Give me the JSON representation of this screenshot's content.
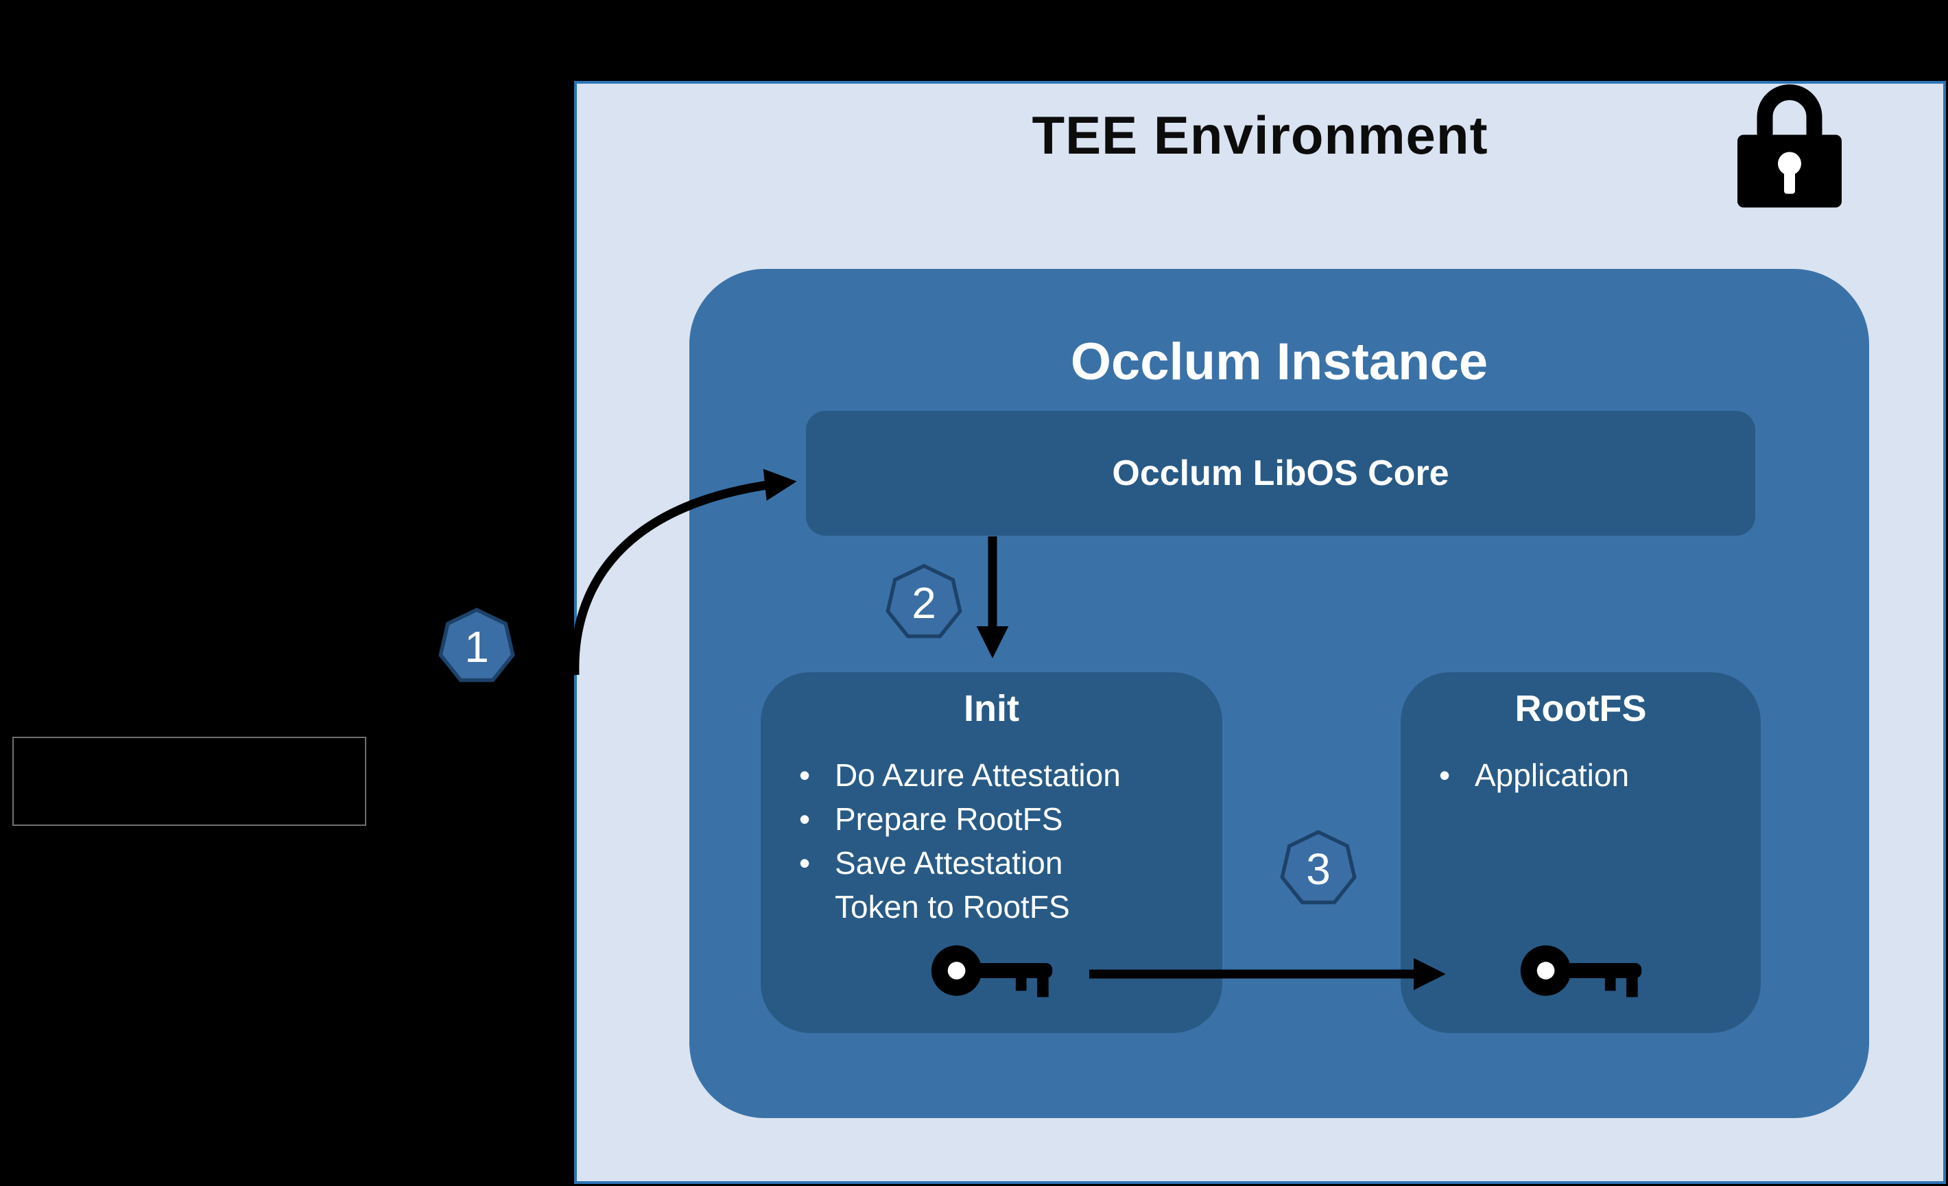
{
  "diagram": {
    "background_color": "#000000",
    "tee": {
      "title": "TEE Environment",
      "bg_color": "#dae3f1",
      "border_color": "#2e75b6",
      "lock_icon": "padlock"
    },
    "occlum": {
      "title": "Occlum Instance",
      "bg_color": "#3a72a8"
    },
    "libos": {
      "label": "Occlum LibOS Core",
      "bg_color": "#285a85"
    },
    "init": {
      "title": "Init",
      "bullet_char": "•",
      "bullets": [
        "Do Azure Attestation",
        "Prepare RootFS",
        "Save Attestation Token to RootFS"
      ],
      "key_icon": "key"
    },
    "rootfs": {
      "title": "RootFS",
      "bullet_char": "•",
      "bullets": [
        "Application"
      ],
      "key_icon": "key"
    },
    "steps": [
      {
        "number": "1"
      },
      {
        "number": "2"
      },
      {
        "number": "3"
      }
    ],
    "badge": {
      "bg_color": "#3b6ea5",
      "border_color": "#1d4269",
      "text_color": "#ffffff"
    },
    "arrow_color": "#000000"
  }
}
